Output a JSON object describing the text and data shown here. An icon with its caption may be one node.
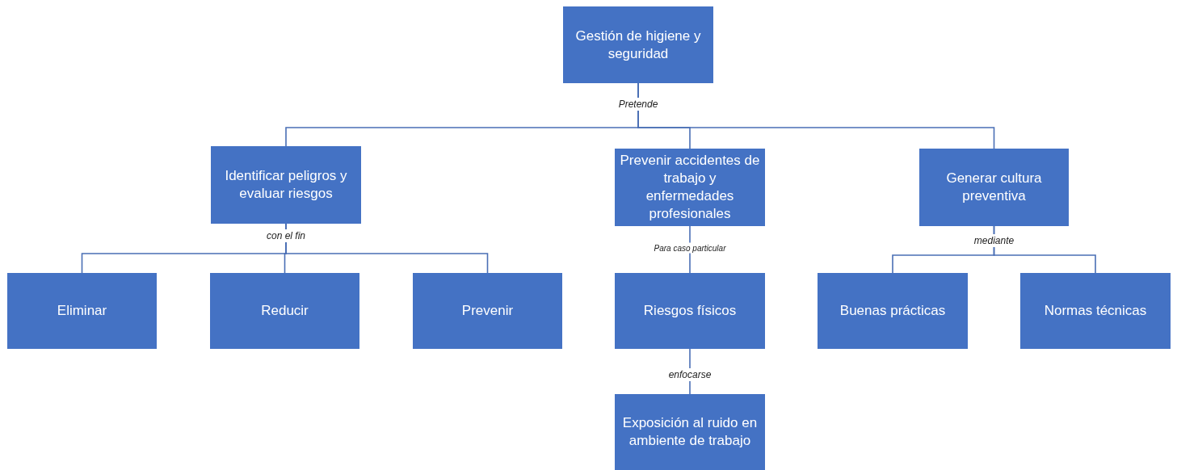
{
  "diagram": {
    "nodes": [
      {
        "text": [
          "Gestión de higiene y seguridad"
        ]
      },
      {
        "text": [
          "Identificar peligros y evaluar riesgos"
        ]
      },
      {
        "text": [
          "Prevenir accidentes de trabajo y enfermedades profesionales"
        ]
      },
      {
        "text": [
          "Generar cultura preventiva"
        ]
      },
      {
        "text": [
          "Eliminar"
        ]
      },
      {
        "text": [
          "Reducir"
        ]
      },
      {
        "text": [
          "Prevenir"
        ]
      },
      {
        "text": [
          "Riesgos físicos"
        ]
      },
      {
        "text": [
          "Buenas prácticas"
        ]
      },
      {
        "text": [
          "Normas técnicas"
        ]
      },
      {
        "text": [
          "Exposición al ruido en ambiente de trabajo"
        ]
      }
    ],
    "edges": [
      {
        "from": 0,
        "to": 1,
        "arrow": "none",
        "label": "Pretende"
      },
      {
        "from": 0,
        "to": 2,
        "arrow": "none"
      },
      {
        "from": 0,
        "to": 3,
        "arrow": "none"
      },
      {
        "from": 1,
        "to": 4,
        "arrow": "none",
        "label": "con el fin"
      },
      {
        "from": 1,
        "to": 5,
        "arrow": "none"
      },
      {
        "from": 1,
        "to": 6,
        "arrow": "none"
      },
      {
        "from": 2,
        "to": 7,
        "arrow": "none",
        "label": "Para caso particular"
      },
      {
        "from": 3,
        "to": 8,
        "arrow": "none",
        "label": "mediante"
      },
      {
        "from": 3,
        "to": 9,
        "arrow": "none"
      },
      {
        "from": 7,
        "to": 10,
        "arrow": "none",
        "label": "enfocarse"
      }
    ]
  }
}
